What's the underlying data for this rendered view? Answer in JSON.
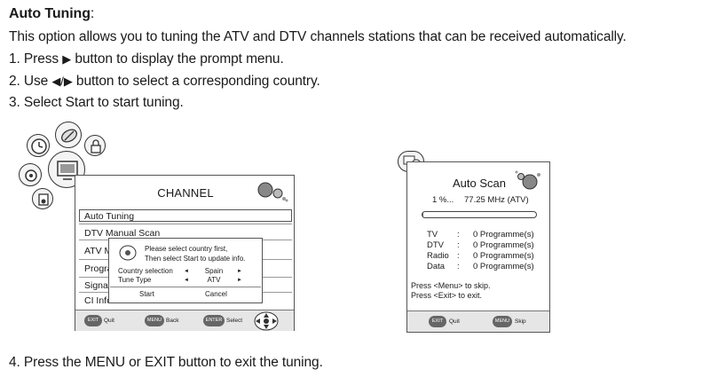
{
  "doc": {
    "heading": "Auto Tuning",
    "heading_suffix": ":",
    "intro": "This option allows you to tuning the ATV and DTV channels stations that can be received automatically.",
    "step1_pre": "1. Press ",
    "step1_post": " button to display the prompt menu.",
    "step2_pre": "2. Use ",
    "step2_post": " button to select a corresponding country.",
    "step3": "3. Select Start to start tuning.",
    "step4": "4. Press the MENU or EXIT button to exit the tuning.",
    "glyph_right": "▶",
    "glyph_left_right": "◀/▶"
  },
  "channel_menu": {
    "title": "CHANNEL",
    "items": [
      "Auto Tuning",
      "DTV Manual Scan",
      "ATV M",
      "Progra",
      "Signal",
      "CI Infor"
    ],
    "popup": {
      "message_1": "Please select country first,",
      "message_2": "Then select Start to update info.",
      "country_label": "Country selection",
      "country_value": "Spain",
      "tune_label": "Tune Type",
      "tune_value": "ATV",
      "arrow_left": "◄",
      "arrow_right": "►",
      "start_label": "Start",
      "cancel_label": "Cancel"
    },
    "footer": {
      "exit_key": "EXIT",
      "exit_label": "Quit",
      "menu_key": "MENU",
      "menu_label": "Back",
      "enter_key": "ENTER",
      "enter_label": "Select"
    }
  },
  "auto_scan": {
    "title": "Auto Scan",
    "percent": "1 %...",
    "frequency": "77.25 MHz (ATV)",
    "progress_fraction": 0.01,
    "rows": [
      {
        "label": "TV",
        "sep": ":",
        "value": "0 Programme(s)"
      },
      {
        "label": "DTV",
        "sep": ":",
        "value": "0 Programme(s)"
      },
      {
        "label": "Radio",
        "sep": ":",
        "value": "0 Programme(s)"
      },
      {
        "label": "Data",
        "sep": ":",
        "value": "0 Programme(s)"
      }
    ],
    "hint_1": "Press <Menu> to skip.",
    "hint_2": "Press <Exit> to exit.",
    "footer": {
      "exit_key": "EXIT",
      "exit_label": "Quit",
      "menu_key": "MENU",
      "menu_label": "Skip"
    }
  }
}
